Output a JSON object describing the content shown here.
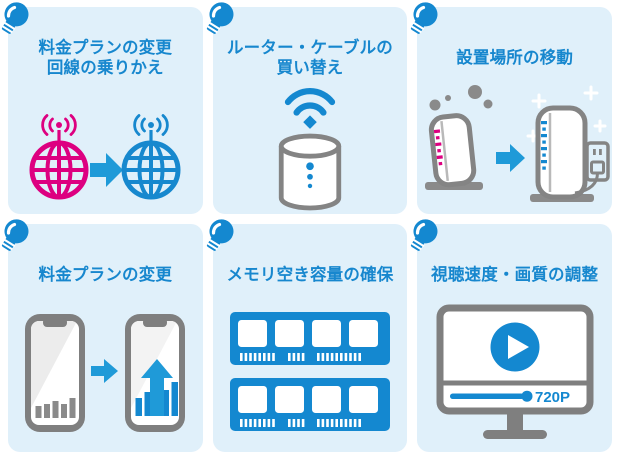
{
  "page": {
    "background": "#ffffff"
  },
  "colors": {
    "card_bg": "#e0f0fa",
    "title_blue": "#1787ce",
    "icon_blue": "#1488d0",
    "arrow_blue": "#1f9ad8",
    "magenta": "#dd0080",
    "outline_gray": "#848484",
    "sheen_gray": "#ececec"
  },
  "cards": [
    {
      "id": "plan-change-line-switch",
      "title_line1": "料金プランの変更",
      "title_line2": "回線の乗りかえ",
      "illustration": "globe-switch"
    },
    {
      "id": "router-cable-replace",
      "title_line1": "ルーター・ケーブルの",
      "title_line2": "買い替え",
      "illustration": "router-wifi"
    },
    {
      "id": "relocate-router",
      "title_line1": "設置場所の移動",
      "title_line2": "",
      "illustration": "router-move"
    },
    {
      "id": "plan-change",
      "title_line1": "料金プランの変更",
      "title_line2": "",
      "illustration": "phone-upgrade"
    },
    {
      "id": "free-memory",
      "title_line1": "メモリ空き容量の確保",
      "title_line2": "",
      "illustration": "ram-modules"
    },
    {
      "id": "adjust-quality",
      "title_line1": "視聴速度・画質の調整",
      "title_line2": "",
      "illustration": "monitor-player",
      "badge": "720P"
    }
  ]
}
